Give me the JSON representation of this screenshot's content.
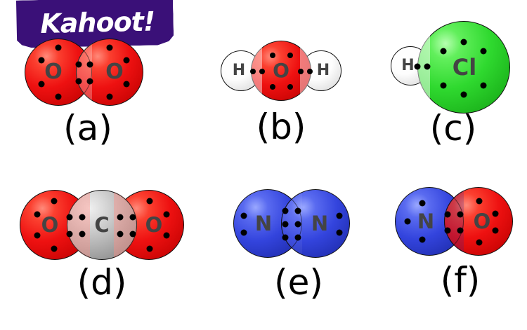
{
  "logo": {
    "name": "kahoot-logo",
    "text": "Kahoot!",
    "background_color": "#3a1078",
    "text_color": "#ffffff"
  },
  "colors": {
    "oxygen": "#ee1111",
    "hydrogen": "#ffffff",
    "chlorine": "#2fd92f",
    "carbon": "#b5b5b5",
    "nitrogen": "#3344dd",
    "electron": "#000000",
    "symbol": "#444444",
    "outline": "#111111",
    "background": "#ffffff"
  },
  "diagram": {
    "type": "covalent-bonding-electron-dot-diagrams",
    "molecules": [
      {
        "id": "a",
        "label": "(a)",
        "formula": "O2",
        "bond": "double",
        "shared_electrons": 4,
        "atoms": [
          {
            "symbol": "O",
            "element": "oxygen",
            "color": "#ee1111",
            "lone_electrons": 4
          },
          {
            "symbol": "O",
            "element": "oxygen",
            "color": "#ee1111",
            "lone_electrons": 4
          }
        ]
      },
      {
        "id": "b",
        "label": "(b)",
        "formula": "H2O",
        "bond": "single",
        "shared_electrons": 2,
        "atoms": [
          {
            "symbol": "H",
            "element": "hydrogen",
            "color": "#ffffff",
            "lone_electrons": 0
          },
          {
            "symbol": "O",
            "element": "oxygen",
            "color": "#ee1111",
            "lone_electrons": 4
          },
          {
            "symbol": "H",
            "element": "hydrogen",
            "color": "#ffffff",
            "lone_electrons": 0
          }
        ]
      },
      {
        "id": "c",
        "label": "(c)",
        "formula": "HCl",
        "bond": "single",
        "shared_electrons": 2,
        "atoms": [
          {
            "symbol": "H",
            "element": "hydrogen",
            "color": "#ffffff",
            "lone_electrons": 0
          },
          {
            "symbol": "Cl",
            "element": "chlorine",
            "color": "#2fd92f",
            "lone_electrons": 6
          }
        ]
      },
      {
        "id": "d",
        "label": "(d)",
        "formula": "CO2",
        "bond": "double",
        "shared_electrons": 4,
        "atoms": [
          {
            "symbol": "O",
            "element": "oxygen",
            "color": "#ee1111",
            "lone_electrons": 4
          },
          {
            "symbol": "C",
            "element": "carbon",
            "color": "#b5b5b5",
            "lone_electrons": 0
          },
          {
            "symbol": "O",
            "element": "oxygen",
            "color": "#ee1111",
            "lone_electrons": 4
          }
        ]
      },
      {
        "id": "e",
        "label": "(e)",
        "formula": "N2",
        "bond": "triple",
        "shared_electrons": 6,
        "atoms": [
          {
            "symbol": "N",
            "element": "nitrogen",
            "color": "#3344dd",
            "lone_electrons": 2
          },
          {
            "symbol": "N",
            "element": "nitrogen",
            "color": "#3344dd",
            "lone_electrons": 2
          }
        ]
      },
      {
        "id": "f",
        "label": "(f)",
        "formula": "NO",
        "bond": "double",
        "shared_electrons": 4,
        "atoms": [
          {
            "symbol": "N",
            "element": "nitrogen",
            "color": "#3344dd",
            "lone_electrons": 3
          },
          {
            "symbol": "O",
            "element": "oxygen",
            "color": "#ee1111",
            "lone_electrons": 4
          }
        ]
      }
    ]
  }
}
